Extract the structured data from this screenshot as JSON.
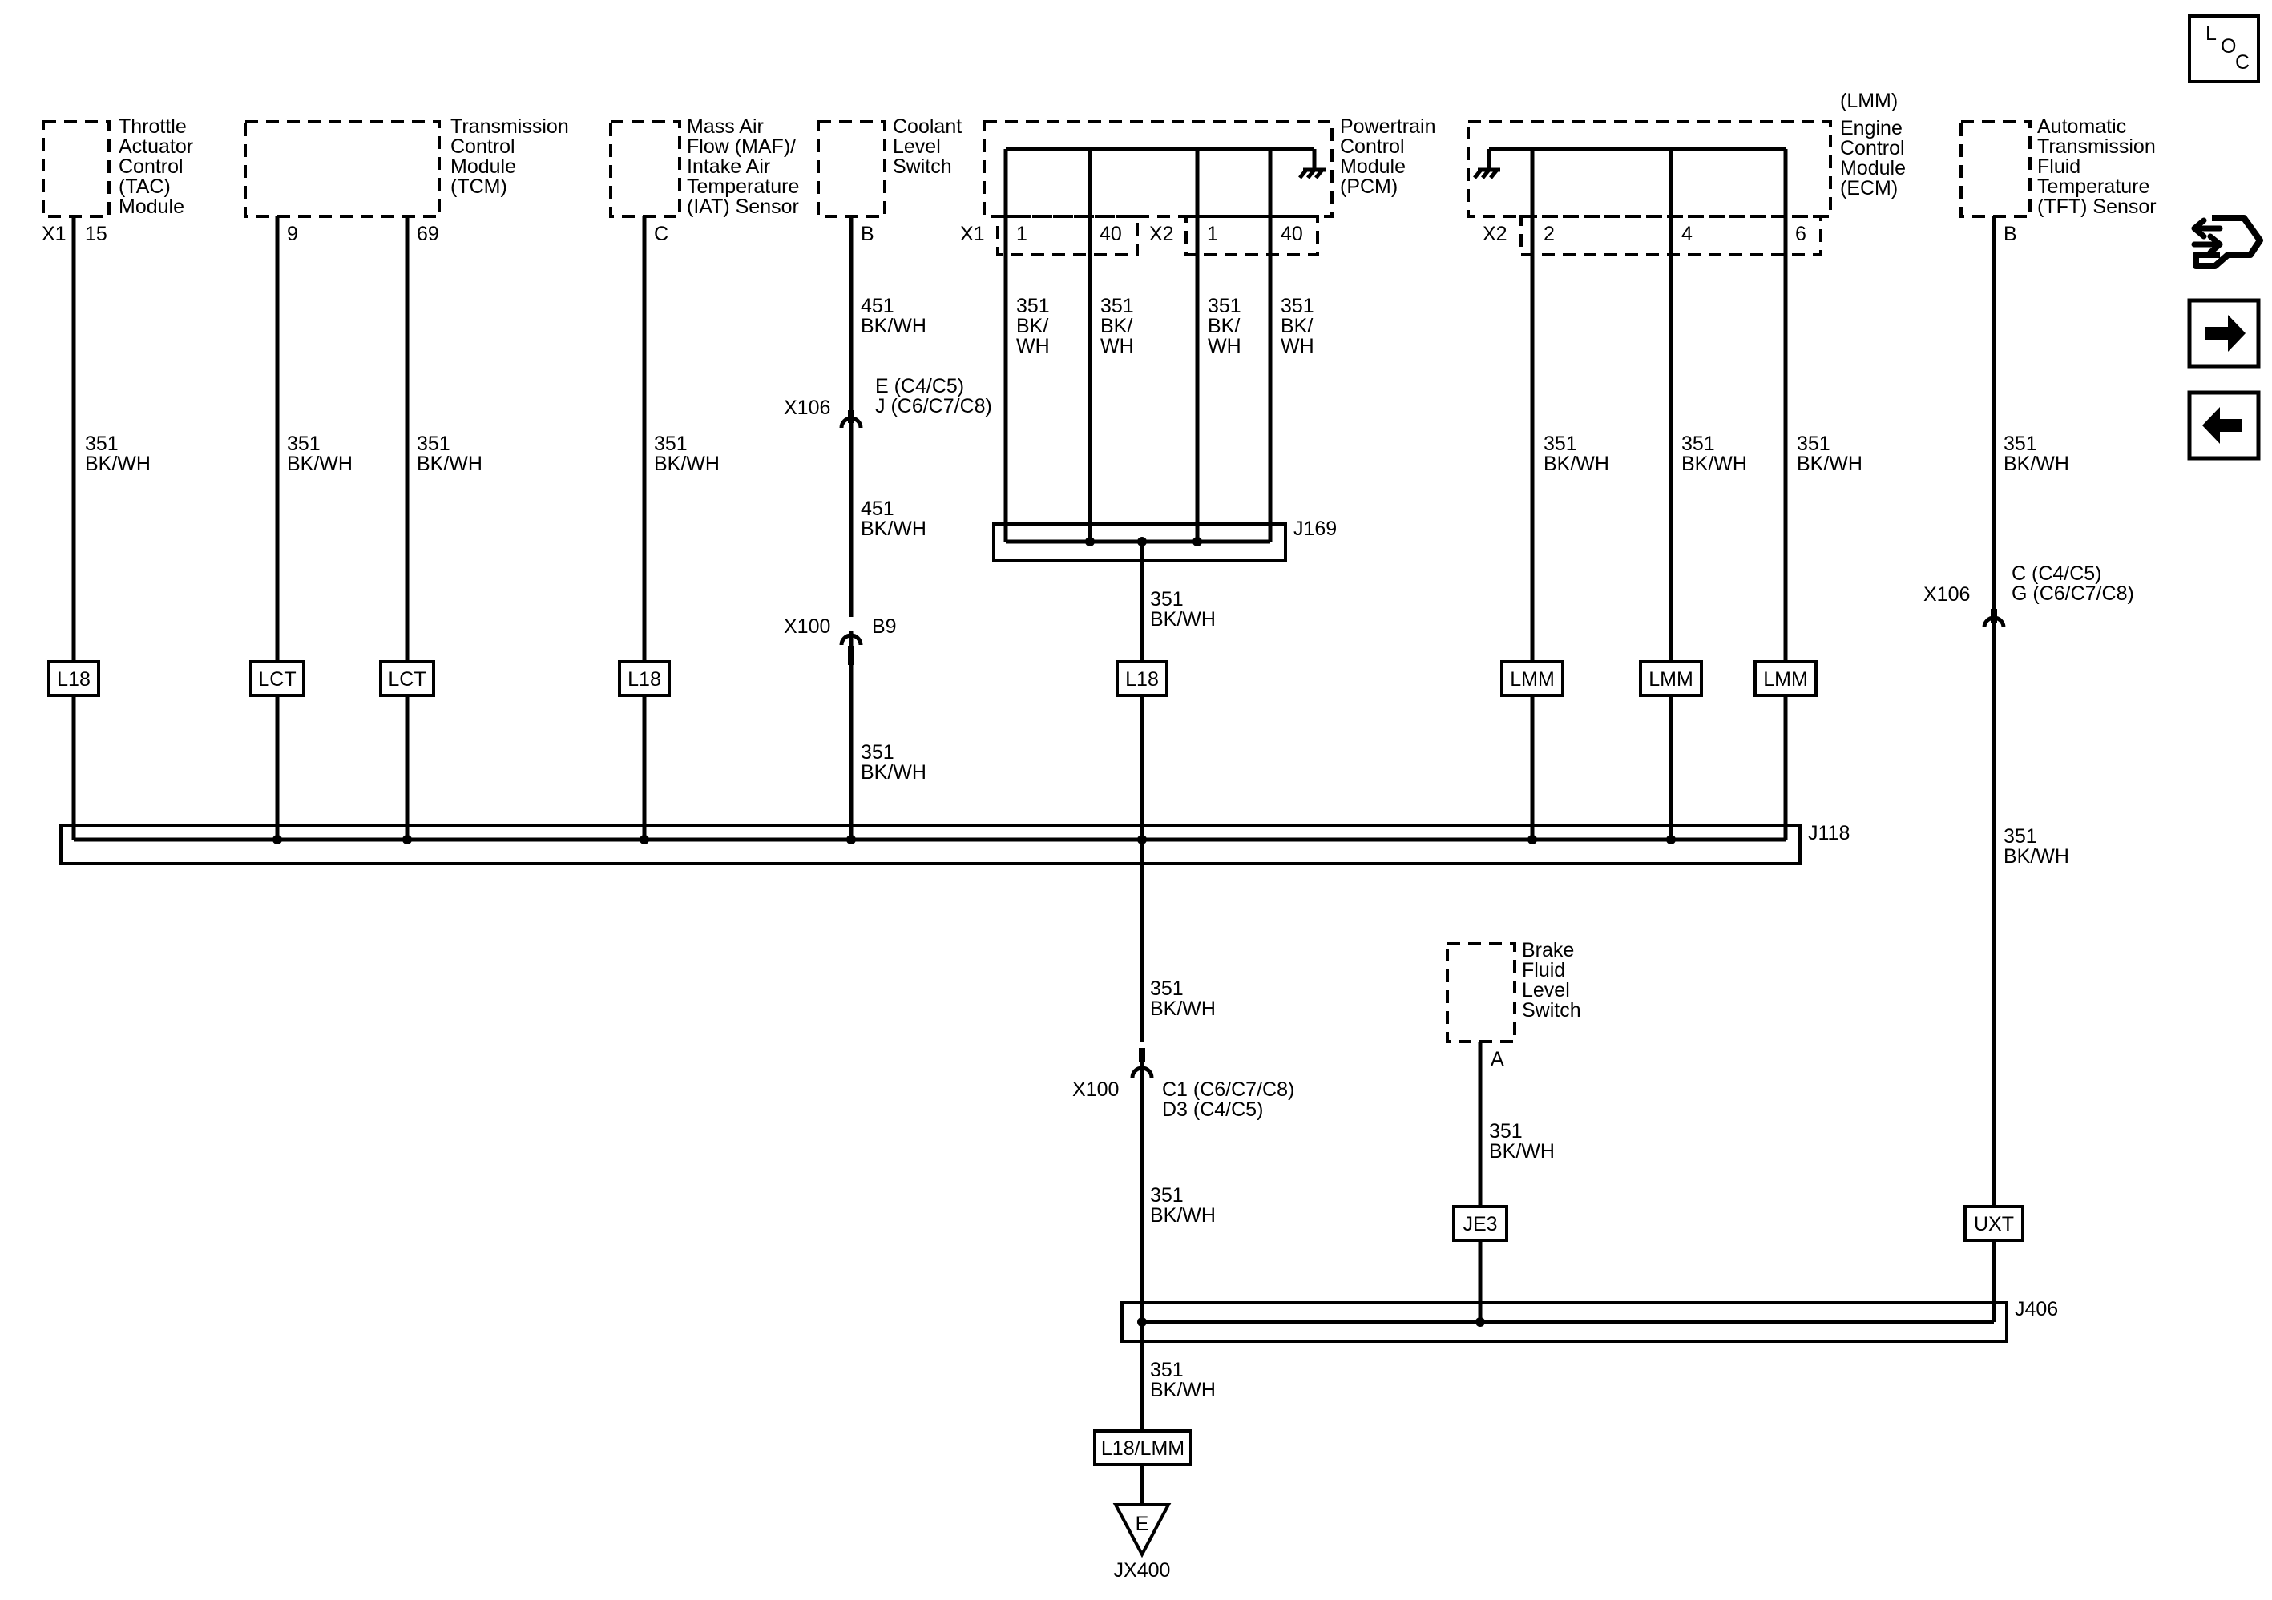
{
  "title": "",
  "modules": {
    "tac": {
      "lines": [
        "Throttle",
        "Actuator",
        "Control",
        "(TAC)",
        "Module"
      ],
      "connector": "X1",
      "pins": [
        "15"
      ]
    },
    "tcm": {
      "lines": [
        "Transmission",
        "Control",
        "Module",
        "(TCM)"
      ],
      "pins": [
        "9",
        "69"
      ]
    },
    "maf": {
      "lines": [
        "Mass Air",
        "Flow (MAF)/",
        "Intake Air",
        "Temperature",
        "(IAT) Sensor"
      ],
      "pins": [
        "C"
      ]
    },
    "coolant": {
      "lines": [
        "Coolant",
        "Level",
        "Switch"
      ],
      "pins": [
        "B"
      ]
    },
    "pcm": {
      "lines": [
        "Powertrain",
        "Control",
        "Module",
        "(PCM)"
      ],
      "connectors": [
        "X1",
        "X2"
      ],
      "pins": [
        "1",
        "40",
        "1",
        "40"
      ]
    },
    "ecm": {
      "lines": [
        "(LMM)",
        "Engine",
        "Control",
        "Module",
        "(ECM)"
      ],
      "connector": "X2",
      "pins": [
        "2",
        "4",
        "6"
      ]
    },
    "tft": {
      "lines": [
        "Automatic",
        "Transmission",
        "Fluid",
        "Temperature",
        "(TFT) Sensor"
      ],
      "pins": [
        "B"
      ]
    },
    "brake": {
      "lines": [
        "Brake",
        "Fluid",
        "Level",
        "Switch"
      ],
      "pins": [
        "A"
      ]
    }
  },
  "wires": {
    "w351": [
      "351",
      "BK/WH"
    ],
    "w451": [
      "451",
      "BK/WH"
    ],
    "w351split": [
      "351",
      "BK/",
      "WH"
    ]
  },
  "options": [
    "L18",
    "LCT",
    "LCT",
    "L18",
    "L18",
    "LMM",
    "LMM",
    "LMM",
    "JE3",
    "UXT",
    "L18/LMM"
  ],
  "splices": [
    "J169",
    "J118",
    "J406"
  ],
  "connectors": {
    "x106_a": {
      "name": "X106",
      "pins": [
        "E (C4/C5)",
        "J (C6/C7/C8)"
      ]
    },
    "x100_a": {
      "name": "X100",
      "pins": [
        "B9"
      ]
    },
    "x106_b": {
      "name": "X106",
      "pins": [
        "C (C4/C5)",
        "G (C6/C7/C8)"
      ]
    },
    "x100_b": {
      "name": "X100",
      "pins": [
        "C1 (C6/C7/C8)",
        "D3 (C4/C5)"
      ]
    }
  },
  "ground": {
    "letter": "E",
    "name": "JX400"
  },
  "sidebar": {
    "loc": [
      "L",
      "O",
      "C"
    ],
    "icons": [
      "connector-tool-icon",
      "next-arrow-icon",
      "previous-arrow-icon"
    ]
  }
}
